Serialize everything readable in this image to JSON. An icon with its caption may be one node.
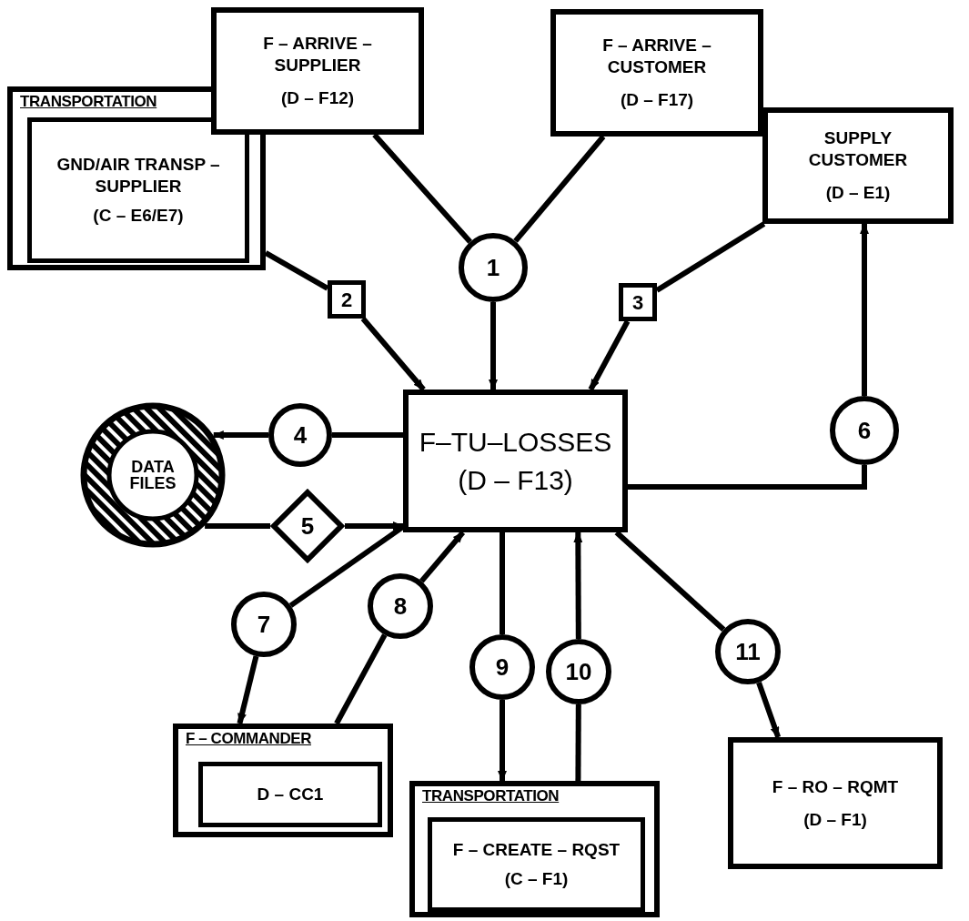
{
  "diagram": {
    "nodes": [
      {
        "text": [
          "TRANSPORTATION"
        ]
      },
      {
        "text": [
          "GND/AIR TRANSP – SUPPLIER",
          "(C – E6/E7)"
        ],
        "in": 0
      },
      {
        "text": [
          "F – ARRIVE – SUPPLIER",
          "(D – F12)"
        ]
      },
      {
        "text": [
          "F – ARRIVE – CUSTOMER",
          "(D – F17)"
        ]
      },
      {
        "text": [
          "SUPPLY CUSTOMER",
          "(D – E1)"
        ]
      },
      {
        "text": [
          "1"
        ]
      },
      {
        "text": [
          "2"
        ]
      },
      {
        "text": [
          "3"
        ]
      },
      {
        "text": [
          "F–TU–LOSSES",
          "(D – F13)"
        ]
      },
      {
        "text": [
          "4"
        ]
      },
      {
        "text": [
          "DATA FILES"
        ]
      },
      {
        "text": [
          "5"
        ]
      },
      {
        "text": [
          "6"
        ]
      },
      {
        "text": [
          "7"
        ]
      },
      {
        "text": [
          "8"
        ]
      },
      {
        "text": [
          "9"
        ]
      },
      {
        "text": [
          "10"
        ]
      },
      {
        "text": [
          "11"
        ]
      },
      {
        "text": [
          "F – COMMANDER"
        ]
      },
      {
        "text": [
          "D – CC1"
        ],
        "in": 18
      },
      {
        "text": [
          "TRANSPORTATION"
        ]
      },
      {
        "text": [
          "F – CREATE – RQST",
          "(C – F1)"
        ],
        "in": 20
      },
      {
        "text": [
          "F – RO – RQMT",
          "(D – F1)"
        ]
      }
    ],
    "edges": [
      {
        "from": 0,
        "to": 6,
        "arrow": "none"
      },
      {
        "from": 6,
        "to": 8,
        "arrow": "to"
      },
      {
        "from": 2,
        "to": 5,
        "arrow": "none"
      },
      {
        "from": 3,
        "to": 5,
        "arrow": "none"
      },
      {
        "from": 5,
        "to": 8,
        "arrow": "to"
      },
      {
        "from": 4,
        "to": 7,
        "arrow": "none"
      },
      {
        "from": 7,
        "to": 8,
        "arrow": "to"
      },
      {
        "from": 8,
        "to": 9,
        "arrow": "none"
      },
      {
        "from": 9,
        "to": 10,
        "arrow": "to"
      },
      {
        "from": 10,
        "to": 11,
        "arrow": "none"
      },
      {
        "from": 11,
        "to": 8,
        "arrow": "to"
      },
      {
        "from": 8,
        "to": 12,
        "arrow": "none"
      },
      {
        "from": 12,
        "to": 4,
        "arrow": "to"
      },
      {
        "from": 8,
        "to": 13,
        "arrow": "none"
      },
      {
        "from": 13,
        "to": 18,
        "arrow": "to"
      },
      {
        "from": 18,
        "to": 14,
        "arrow": "none"
      },
      {
        "from": 14,
        "to": 8,
        "arrow": "to"
      },
      {
        "from": 8,
        "to": 15,
        "arrow": "none"
      },
      {
        "from": 15,
        "to": 20,
        "arrow": "to"
      },
      {
        "from": 20,
        "to": 16,
        "arrow": "none"
      },
      {
        "from": 16,
        "to": 8,
        "arrow": "to"
      },
      {
        "from": 8,
        "to": 17,
        "arrow": "none"
      },
      {
        "from": 17,
        "to": 22,
        "arrow": "to"
      }
    ]
  }
}
